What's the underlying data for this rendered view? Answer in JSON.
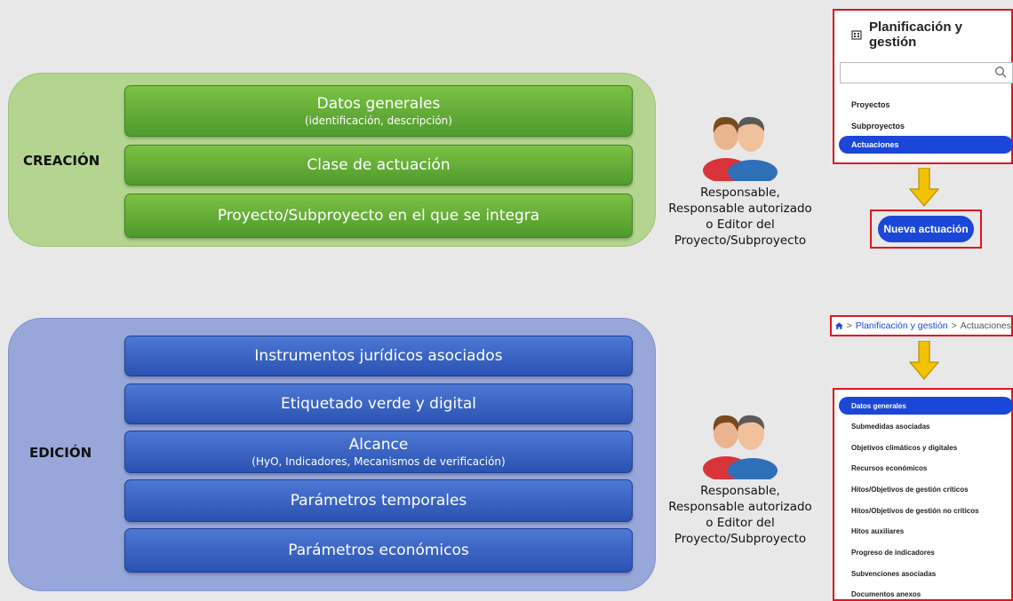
{
  "creacion": {
    "label": "CREACIÓN",
    "bars": [
      {
        "title": "Datos generales",
        "subtitle": "(identificación, descripción)"
      },
      {
        "title": "Clase de actuación"
      },
      {
        "title": "Proyecto/Subproyecto en el que se integra"
      }
    ],
    "roles": [
      "Responsable,",
      "Responsable autorizado",
      "o Editor del",
      "Proyecto/Subproyecto"
    ]
  },
  "edicion": {
    "label": "EDICIÓN",
    "bars": [
      {
        "title": "Instrumentos jurídicos asociados"
      },
      {
        "title": "Etiquetado verde y digital"
      },
      {
        "title": "Alcance",
        "subtitle": "(HyO, Indicadores, Mecanismos de verificación)"
      },
      {
        "title": "Parámetros temporales"
      },
      {
        "title": "Parámetros económicos"
      }
    ],
    "roles": [
      "Responsable,",
      "Responsable autorizado",
      "o Editor del",
      "Proyecto/Subproyecto"
    ]
  },
  "nav_menu": {
    "title": "Planificación y gestión",
    "search_placeholder": "",
    "items": [
      {
        "label": "Proyectos",
        "active": false
      },
      {
        "label": "Subproyectos",
        "active": false
      },
      {
        "label": "Actuaciones",
        "active": true
      }
    ]
  },
  "new_button": {
    "label": "Nueva actuación"
  },
  "breadcrumb": {
    "items": [
      "Planificación y gestión",
      "Actuaciones"
    ]
  },
  "detail_menu": {
    "items": [
      {
        "label": "Datos generales",
        "active": true
      },
      {
        "label": "Submedidas asociadas"
      },
      {
        "label": "Objetivos climáticos y digitales"
      },
      {
        "label": "Recursos económicos"
      },
      {
        "label": "Hitos/Objetivos de gestión críticos"
      },
      {
        "label": "Hitos/Objetivos de gestión no críticos"
      },
      {
        "label": "Hitos auxiliares"
      },
      {
        "label": "Progreso de indicadores"
      },
      {
        "label": "Subvenciones asociadas"
      },
      {
        "label": "Documentos anexos"
      }
    ]
  },
  "colors": {
    "accent": "#1a47d8",
    "highlight": "#e0141e",
    "green": "#5aa535",
    "blue": "#3760c2",
    "arrow": "#f2c200"
  }
}
